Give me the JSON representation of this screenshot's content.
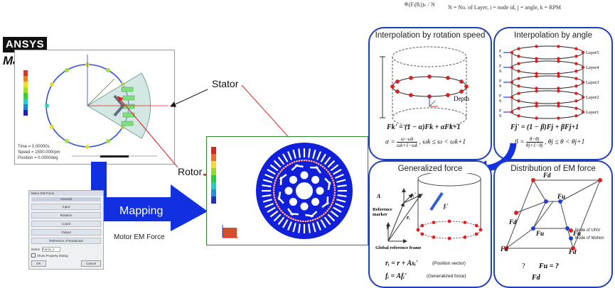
{
  "header": {
    "formula": "※(Fᵢ(θⱼ))ₖ / N",
    "legend": "N = No. of Layer, i = node id, j = angle, k = RPM"
  },
  "ansys": {
    "brand": "ANSYS",
    "product": "Maxwell"
  },
  "maxwell_readout": {
    "line1": "Time = 0.00000s",
    "line2": "Speed = 1500.000rpm",
    "line3": "Position = 0.0000deg"
  },
  "labels": {
    "stator": "Stator",
    "rotor": "Rotor",
    "mapping": "Mapping",
    "motor_em_force": "Motor EM Force"
  },
  "dialog": {
    "title": "Motor EM Force",
    "tab": "General",
    "rows": [
      "Input",
      "Rotation",
      "Count",
      "Output",
      "Reference of Rotational"
    ],
    "name_label": "Name",
    "name_value": "Force_1",
    "check_label": "Show Property Dialog",
    "ok": "OK",
    "cancel": "Cancel"
  },
  "panels": {
    "rotation_speed": {
      "title": "Interpolation by rotation speed",
      "depth_label": "Depth",
      "eq1": "Fk' = (1 − α)Fk + αFk+1",
      "eq2a": "α =",
      "eq2_num": "ω−ωk",
      "eq2_den": "ωk+1−ωk",
      "eq2b": ", ωk ≤ ω < ωk+1"
    },
    "angle": {
      "title": "Interpolation by angle",
      "layers": [
        "Layer5",
        "Layer4",
        "Layer3",
        "Layer2",
        "Layer1"
      ],
      "f_label": "F",
      "s_label": "S",
      "eq1": "Fj' = (1 − β)Fj + βFj+1",
      "eq2a": "β =",
      "eq2_num": "θ−θj",
      "eq2_den": "θj+1−θj",
      "eq2b": ", θj ≤ θ < θj+1"
    },
    "generalized": {
      "title": "Generalized force",
      "ref_marker": "Reference marker",
      "global_frame": "Global reference frame",
      "vec_A": "A",
      "vec_r": "r",
      "vec_ri": "rᵢ",
      "vec_s": "sᵢ'",
      "vec_f": "fᵢ'",
      "eq1": "rᵢ = r + Asᵢ'",
      "eq1_note": "(Position vector)",
      "eq2": "fᵢ = Afᵢ'",
      "eq2_note": "(Generalized force)"
    },
    "distribution": {
      "title": "Distribution of EM force",
      "fd": "Fd",
      "fu": "Fu",
      "legend_unv": "Node of UNV",
      "legend_motion": "Node of Motion",
      "eq": "Fu = ?",
      "eq_box": "?",
      "eq_bottom": "Fd"
    }
  },
  "colors": {
    "panel_border": "#1f3fb5",
    "arrow_blue": "#1230e0",
    "node_red": "#e02020",
    "node_blue": "#2040d0",
    "stator_blue": "#1020d8",
    "frame_green": "#2a8a2a"
  }
}
